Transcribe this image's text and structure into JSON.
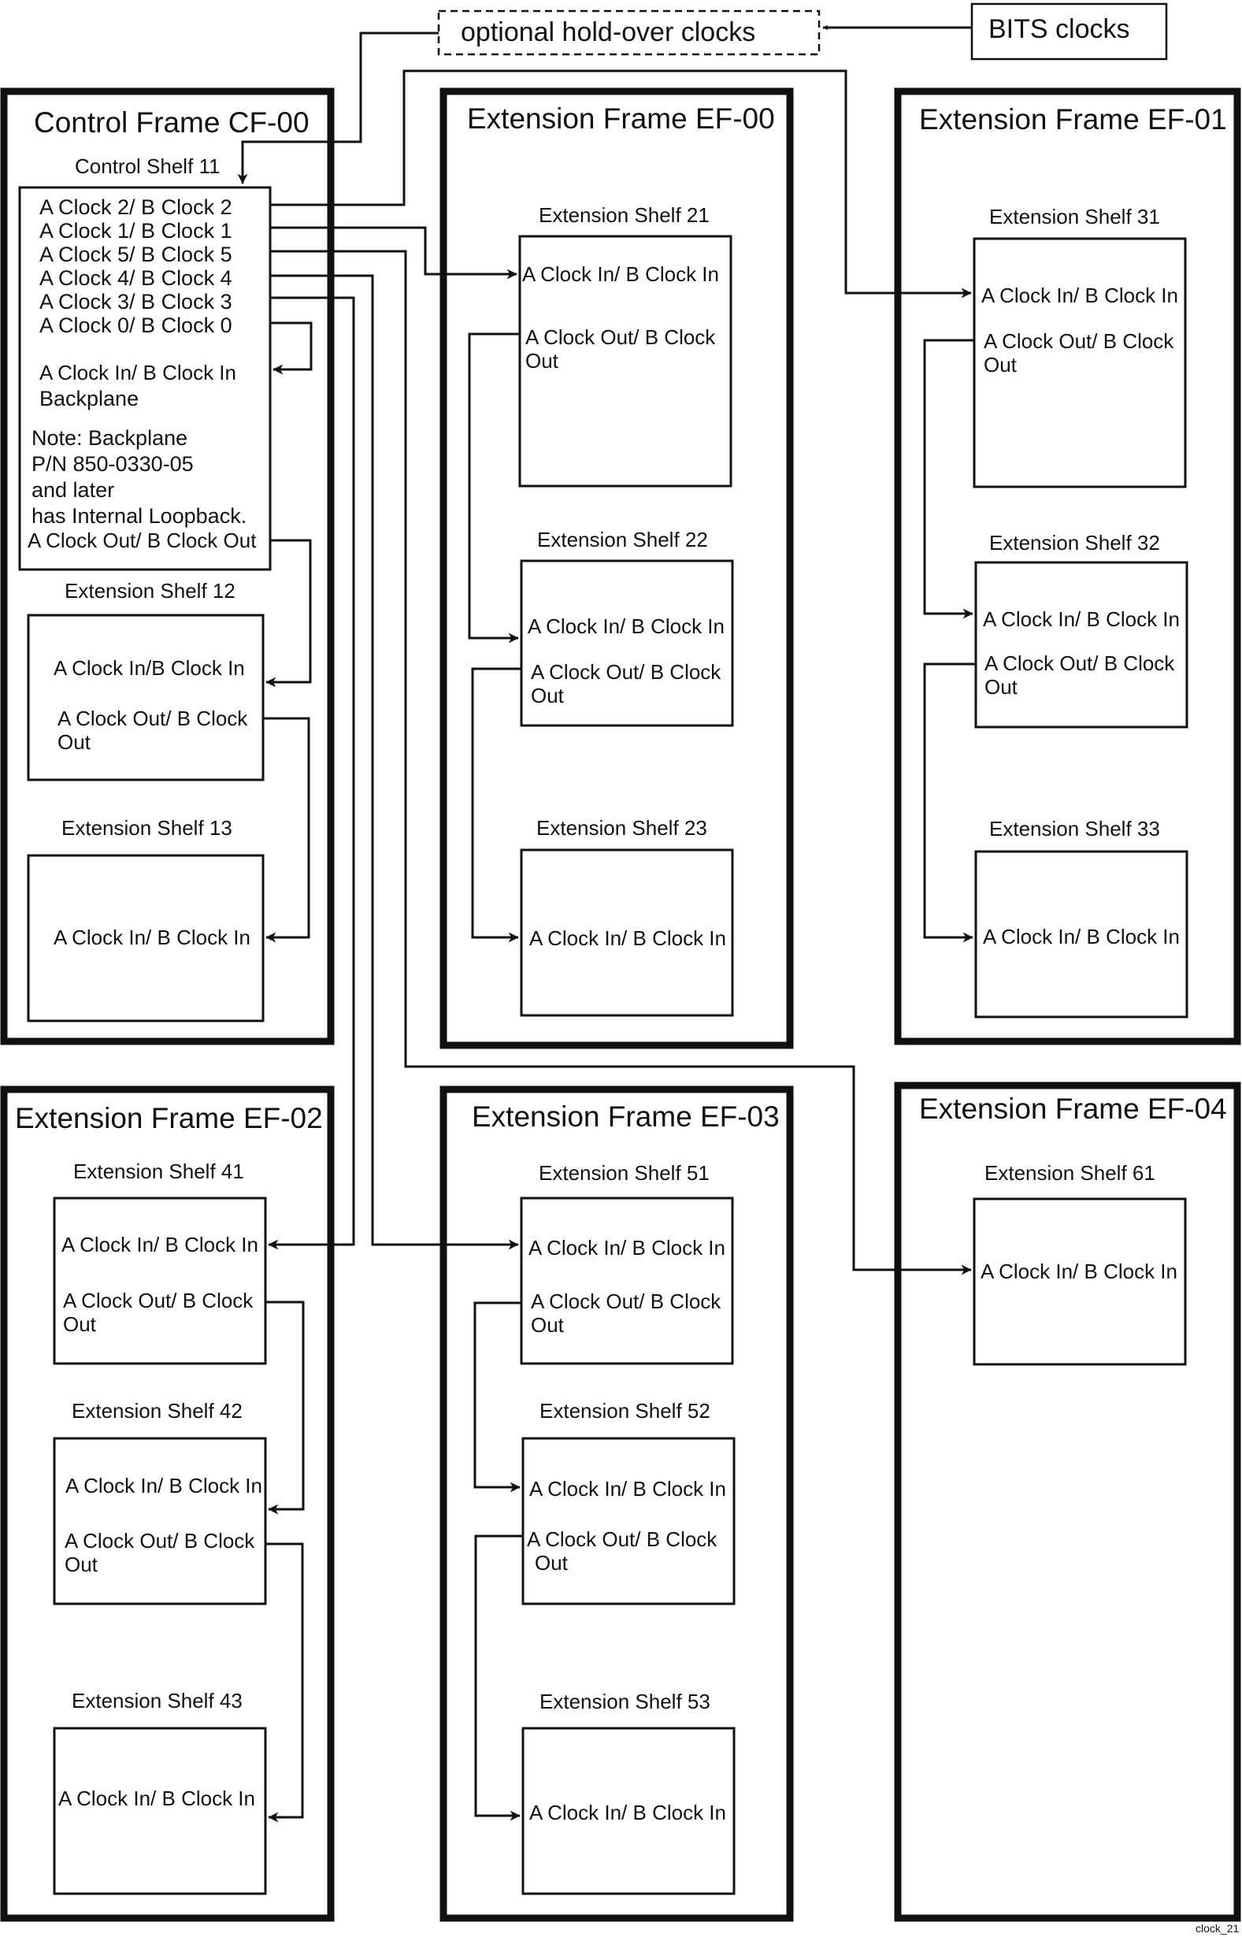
{
  "top": {
    "holdover": "optional hold-over clocks",
    "bits": "BITS clocks"
  },
  "frames": {
    "cf00": "Control Frame CF-00",
    "ef00": "Extension Frame EF-00",
    "ef01": "Extension Frame EF-01",
    "ef02": "Extension Frame EF-02",
    "ef03": "Extension Frame EF-03",
    "ef04": "Extension Frame EF-04"
  },
  "shelf11": {
    "title": "Control Shelf 11",
    "port2": "A Clock 2/ B Clock 2",
    "port1": "A Clock 1/ B Clock 1",
    "port5": "A Clock 5/ B Clock 5",
    "port4": "A Clock 4/ B Clock 4",
    "port3": "A Clock 3/ B Clock 3",
    "port0": "A Clock 0/ B Clock 0",
    "clock_in": "A Clock In/ B Clock In",
    "backplane": "Backplane",
    "note1": "Note: Backplane",
    "note2": "P/N 850-0330-05",
    "note3": "and later",
    "note4": "has Internal Loopback.",
    "clock_out": "A Clock Out/ B Clock Out"
  },
  "shelves": {
    "s12": {
      "title": "Extension Shelf 12",
      "in": "A Clock In/B Clock In",
      "out1": "A Clock Out/ B Clock",
      "out2": "Out"
    },
    "s13": {
      "title": "Extension Shelf 13",
      "in": "A Clock In/ B Clock In"
    },
    "s21": {
      "title": "Extension Shelf 21",
      "in": "A Clock In/ B Clock In",
      "out1": "A Clock Out/ B Clock",
      "out2": "Out"
    },
    "s22": {
      "title": "Extension Shelf 22",
      "in": "A Clock In/ B Clock In",
      "out1": "A Clock Out/ B Clock",
      "out2": "Out"
    },
    "s23": {
      "title": "Extension Shelf 23",
      "in": "A Clock In/ B Clock In"
    },
    "s31": {
      "title": "Extension Shelf 31",
      "in": "A Clock In/ B Clock In",
      "out1": "A Clock Out/ B Clock",
      "out2": "Out"
    },
    "s32": {
      "title": "Extension Shelf 32",
      "in": "A Clock In/ B Clock In",
      "out1": "A Clock Out/ B Clock",
      "out2": "Out"
    },
    "s33": {
      "title": "Extension Shelf 33",
      "in": "A Clock In/ B Clock In"
    },
    "s41": {
      "title": "Extension Shelf 41",
      "in": "A Clock In/ B Clock In",
      "out1": "A Clock Out/ B Clock",
      "out2": "Out"
    },
    "s42": {
      "title": "Extension Shelf 42",
      "in": "A Clock In/ B Clock In",
      "out1": "A Clock Out/ B Clock",
      "out2": "Out"
    },
    "s43": {
      "title": "Extension Shelf 43",
      "in": "A Clock In/ B Clock In"
    },
    "s51": {
      "title": "Extension Shelf 51",
      "in": "A Clock In/ B Clock In",
      "out1": "A Clock Out/ B Clock",
      "out2": "Out"
    },
    "s52": {
      "title": "Extension Shelf 52",
      "in": "A Clock In/ B Clock In",
      "out1": "A Clock Out/ B Clock",
      "out2": "Out"
    },
    "s53": {
      "title": "Extension Shelf 53",
      "in": "A Clock In/ B Clock In"
    },
    "s61": {
      "title": "Extension Shelf 61",
      "in": "A Clock In/ B Clock In"
    }
  },
  "figure_id": "clock_21"
}
